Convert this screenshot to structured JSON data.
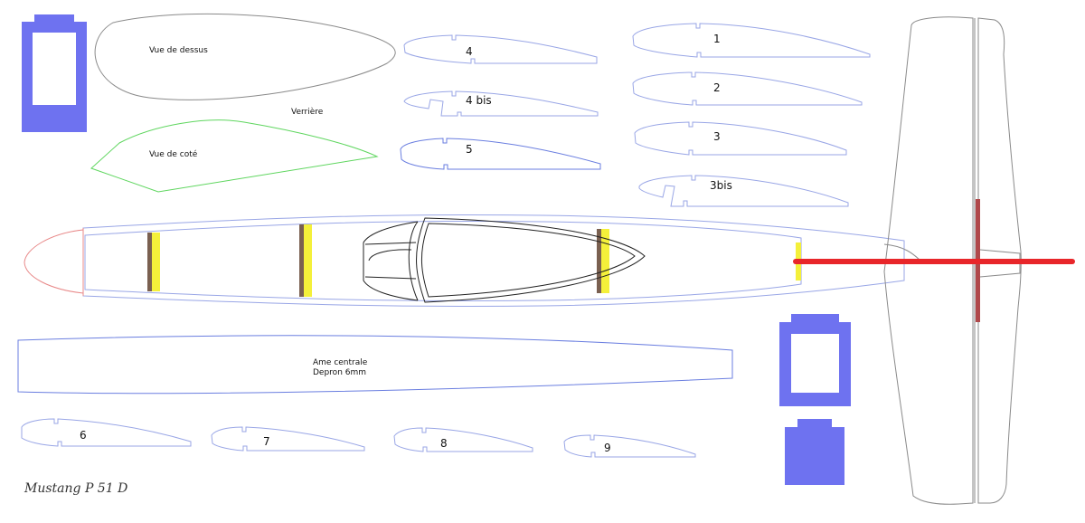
{
  "labels": {
    "top_view": "Vue de dessus",
    "canopy": "Verrière",
    "side_view": "Vue de coté",
    "core_line1": "Ame centrale",
    "core_line2": "Depron 6mm",
    "signature": "Mustang P 51 D"
  },
  "ribs": [
    {
      "name": "rib-4",
      "label": "4"
    },
    {
      "name": "rib-4-bis",
      "label": "4 bis"
    },
    {
      "name": "rib-5",
      "label": "5"
    },
    {
      "name": "rib-1",
      "label": "1"
    },
    {
      "name": "rib-2",
      "label": "2"
    },
    {
      "name": "rib-3",
      "label": "3"
    },
    {
      "name": "rib-3bis",
      "label": "3bis"
    },
    {
      "name": "rib-6",
      "label": "6"
    },
    {
      "name": "rib-7",
      "label": "7"
    },
    {
      "name": "rib-8",
      "label": "8"
    },
    {
      "name": "rib-9",
      "label": "9"
    }
  ],
  "colors": {
    "outline_blue": "#99a6e6",
    "outline_gray": "#8a8a8a",
    "side_view_green": "#5fd65f",
    "nose_red": "#e88888",
    "spar_yellow": "#f4f03a",
    "spar_brown": "#7a6050",
    "cockpit_black": "#222222",
    "block_purple": "#6e72f0",
    "spar_red": "#e8262a",
    "fin_red": "#b0484a"
  }
}
